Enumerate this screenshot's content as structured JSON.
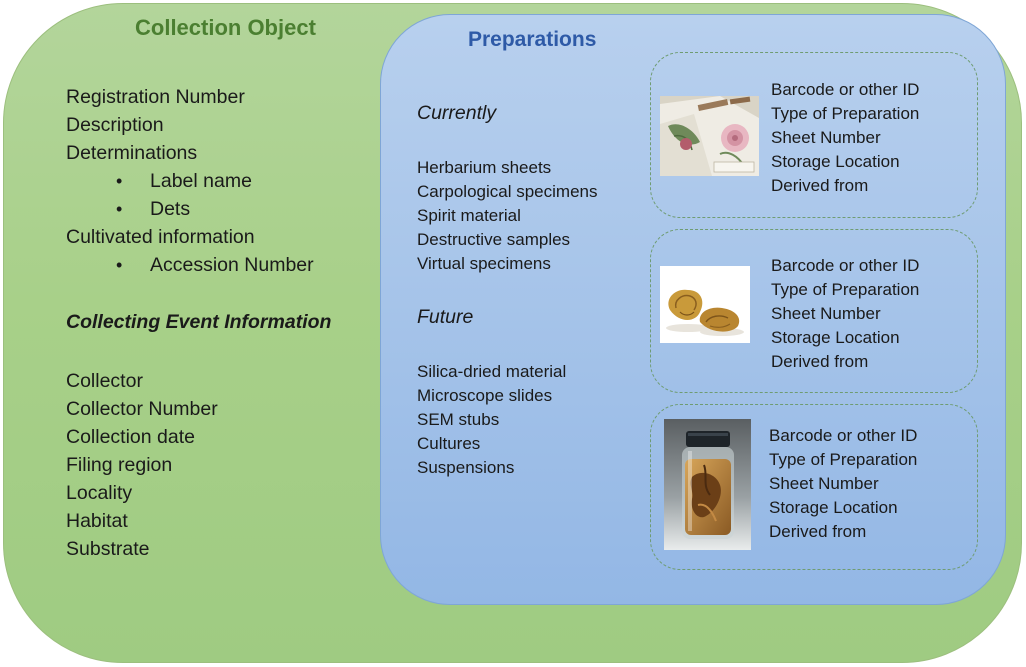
{
  "collection_object": {
    "title": "Collection Object",
    "fields": [
      "Registration Number",
      "Description",
      "Determinations"
    ],
    "determination_subfields": [
      "Label name",
      "Dets"
    ],
    "cultivated_label": "Cultivated information",
    "cultivated_subfields": [
      "Accession Number"
    ],
    "event_heading": "Collecting Event Information",
    "event_fields": [
      "Collector",
      "Collector Number",
      "Collection date",
      "Filing region",
      "Locality",
      "Habitat",
      "Substrate"
    ]
  },
  "preparations": {
    "title": "Preparations",
    "currently_heading": "Currently",
    "currently_items": [
      "Herbarium sheets",
      "Carpological specimens",
      "Spirit material",
      "Destructive samples",
      "Virtual specimens"
    ],
    "future_heading": "Future",
    "future_items": [
      "Silica-dried material",
      "Microscope slides",
      "SEM stubs",
      "Cultures",
      "Suspensions"
    ],
    "cards": [
      {
        "image": "herbarium-sheet-photo",
        "fields": [
          "Barcode or other ID",
          "Type of Preparation",
          "Sheet Number",
          "Storage Location",
          "Derived from"
        ]
      },
      {
        "image": "dried-fungus-photo",
        "fields": [
          "Barcode or other ID",
          "Type of Preparation",
          "Sheet Number",
          "Storage Location",
          "Derived from"
        ]
      },
      {
        "image": "spirit-jar-photo",
        "fields": [
          "Barcode or other ID",
          "Type of Preparation",
          "Sheet Number",
          "Storage Location",
          "Derived from"
        ]
      }
    ]
  },
  "colors": {
    "collection_fill": "#a8d089",
    "collection_title": "#4b7f31",
    "preparations_fill": "#a9c6ea",
    "preparations_title": "#2e5aa7",
    "card_border": "#6f9c72"
  }
}
